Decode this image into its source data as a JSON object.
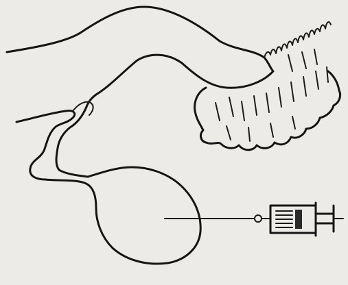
{
  "figure": {
    "background_color": "#ecebe8",
    "ink_color": "#151515",
    "parts": [
      "hand",
      "fingers",
      "pouch",
      "needle",
      "syringe"
    ]
  }
}
